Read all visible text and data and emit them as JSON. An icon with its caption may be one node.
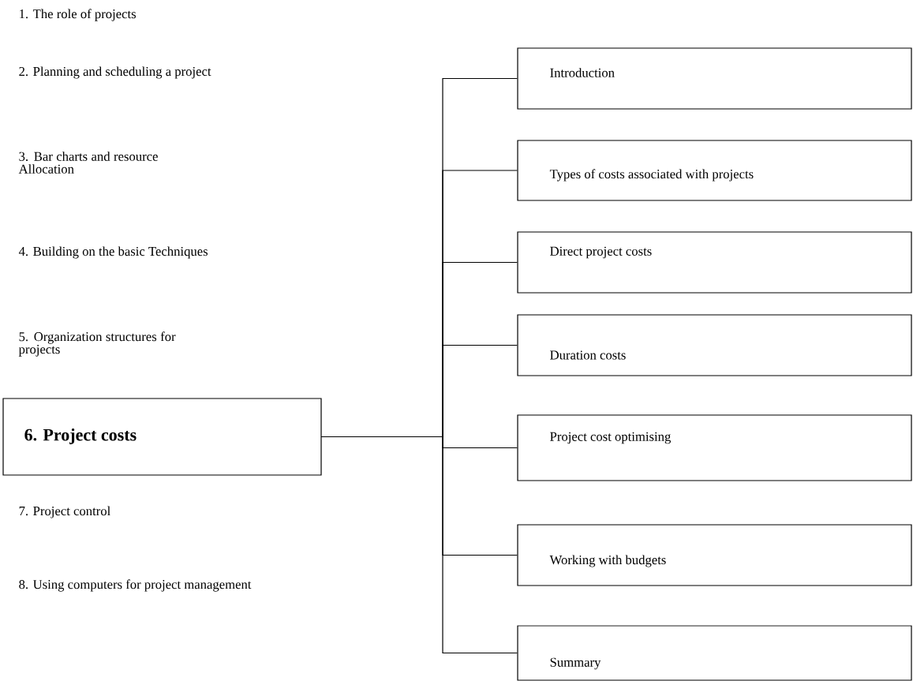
{
  "diagram": {
    "nodes": [
      {
        "text": [
          "6. Project costs"
        ]
      },
      {
        "text": [
          "Introduction"
        ]
      },
      {
        "text": [
          "Types of costs associated with projects"
        ]
      },
      {
        "text": [
          "Direct project costs"
        ]
      },
      {
        "text": [
          "Duration costs"
        ]
      },
      {
        "text": [
          "Project cost optimising"
        ]
      },
      {
        "text": [
          "Working with budgets"
        ]
      },
      {
        "text": [
          "Summary"
        ]
      }
    ],
    "edges": [
      {
        "from": 0,
        "to": 1,
        "arrow": "none"
      },
      {
        "from": 0,
        "to": 2,
        "arrow": "none"
      },
      {
        "from": 0,
        "to": 3,
        "arrow": "none"
      },
      {
        "from": 0,
        "to": 4,
        "arrow": "none"
      },
      {
        "from": 0,
        "to": 5,
        "arrow": "none"
      },
      {
        "from": 0,
        "to": 6,
        "arrow": "none"
      },
      {
        "from": 0,
        "to": 7,
        "arrow": "none"
      }
    ],
    "labels": [
      "1. The role of projects",
      "2. Planning and scheduling a project",
      "3. Bar charts and resource Allocation",
      "4. Building on the basic Techniques",
      "5. Organization structures for projects",
      "7. Project control",
      "8. Using computers for project management"
    ]
  }
}
